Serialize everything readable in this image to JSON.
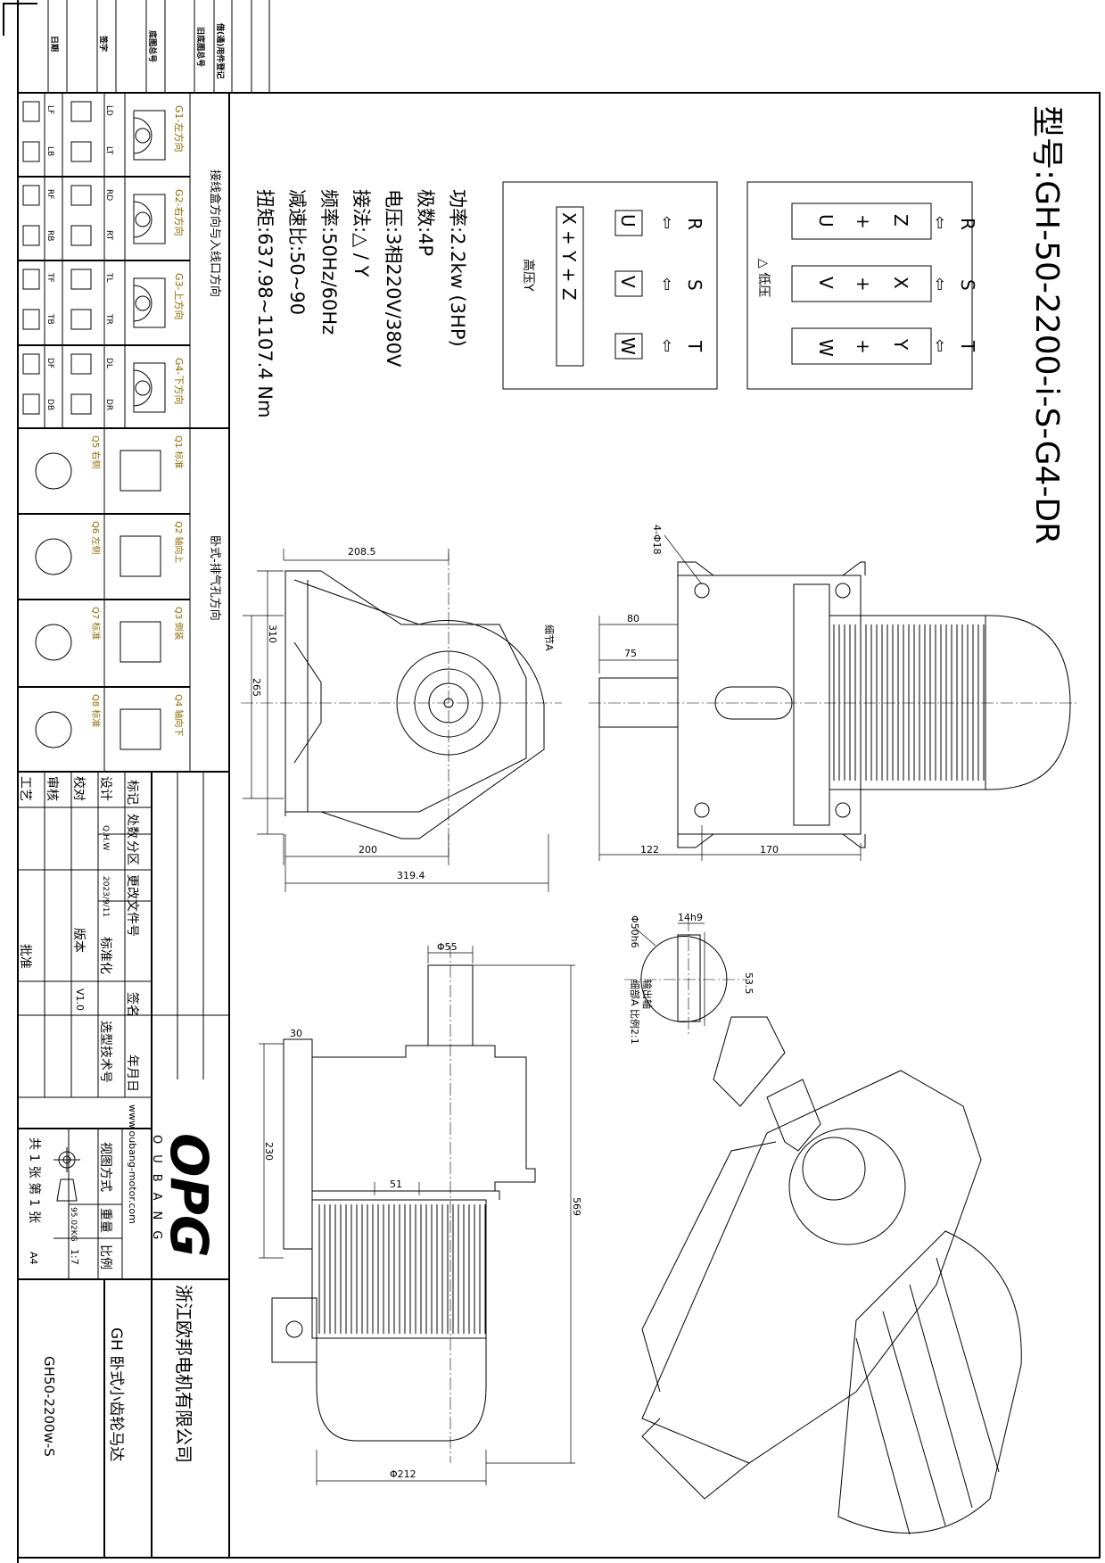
{
  "top_strip": [
    "日期",
    "签字",
    "底图总号",
    "旧底图总号",
    "借(通)用件登记"
  ],
  "model_title": "型号:GH-50-2200-i-S-G4-DR",
  "specs": {
    "power": "功率:2.2kw (3HP)",
    "poles": "极数:4P",
    "voltage": "电压:3相220V/380V",
    "connection": "接法:△ / Y",
    "frequency": "频率:50Hz/60Hz",
    "ratio": "减速比:50~90",
    "torque": "扭矩:637.98~1107.4 Nm"
  },
  "wiring_low": {
    "title": "△ 低压",
    "supply": [
      "R",
      "S",
      "T"
    ],
    "terminals": [
      [
        "Z",
        "+",
        "U"
      ],
      [
        "X",
        "+",
        "V"
      ],
      [
        "Y",
        "+",
        "W"
      ]
    ],
    "arrow": "⇦"
  },
  "wiring_high": {
    "title": "高压Y",
    "supply": [
      "R",
      "S",
      "T"
    ],
    "terminals": [
      "U",
      "V",
      "W"
    ],
    "star": "X + Y + Z",
    "arrow": "⇦"
  },
  "mounting": {
    "header": "接线盒方向与入线口方向",
    "groups": [
      {
        "label": "G1-左方向",
        "codes": [
          "LD",
          "LT",
          "LF",
          "LB"
        ]
      },
      {
        "label": "G2-右方向",
        "codes": [
          "RD",
          "RT",
          "RF",
          "RB"
        ]
      },
      {
        "label": "G3-上方向",
        "codes": [
          "TL",
          "TR",
          "TF",
          "TB"
        ]
      },
      {
        "label": "G4-下方向",
        "codes": [
          "DL",
          "DR",
          "DF",
          "DB"
        ]
      }
    ],
    "vent_header": "卧式-排气孔方向",
    "vent": [
      {
        "top": "Q1 标准",
        "bottom": "Q5 右侧"
      },
      {
        "top": "Q2 轴向上",
        "bottom": "Q6 左侧"
      },
      {
        "top": "Q3 倒装",
        "bottom": "Q7 标准"
      },
      {
        "top": "Q4 轴向下",
        "bottom": "Q8 标准"
      }
    ]
  },
  "dimensions": {
    "front": {
      "width": "208.5",
      "height": "310",
      "inner": "265",
      "bottom": "200",
      "total": "319.4",
      "detail": "细节A"
    },
    "side": {
      "holes": "4-Φ18",
      "shaft_len": "80",
      "shaft_len2": "75",
      "base1": "122",
      "base2": "170"
    },
    "shaft_detail": {
      "key": "14h9",
      "dia": "Φ50h6",
      "height": "53.5",
      "title": "输出轴",
      "scale": "细部A 比例2:1"
    },
    "top": {
      "shaft_dia": "Φ55",
      "flange": "30",
      "height": "230",
      "offset": "51",
      "length": "569",
      "motor_dia": "Φ212"
    }
  },
  "title_block": {
    "mark": "标记",
    "count": "处数",
    "zone": "分区",
    "change_doc": "更改文件号",
    "sign": "签名",
    "date": "年月日",
    "design": "设计",
    "designer": "Q.H.W",
    "design_date": "2023/9/11",
    "standard": "标准化",
    "check": "校对",
    "version_label": "版本",
    "version": "V1.0",
    "review": "审核",
    "process": "工艺",
    "approve": "批准",
    "tech_no": "选型技术号",
    "logo": "OPG",
    "brand": "OUBANG",
    "website": "www.oubang-motor.com",
    "view_mode": "视图方式",
    "weight_label": "重量",
    "weight": "95.02KG",
    "scale_label": "比例",
    "scale": "1:7",
    "sheets": "共 1 张 第 1 张",
    "paper": "A4",
    "company": "浙江欧邦电机有限公司",
    "product": "GH 卧式小齿轮马达",
    "part_no": "GH50-2200w-S"
  }
}
